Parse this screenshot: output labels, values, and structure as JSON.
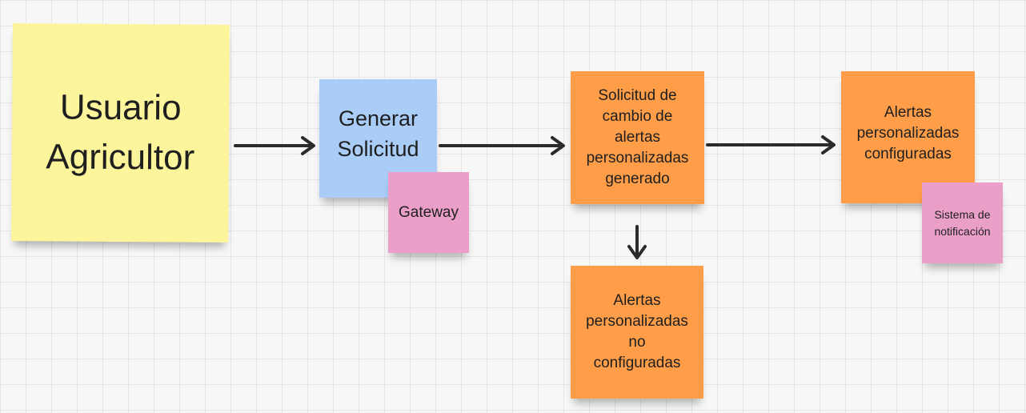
{
  "colors": {
    "yellow": "#fdf59b",
    "blue": "#a9cdf7",
    "orange": "#ff9d48",
    "pink": "#ea9fc8",
    "arrow": "#2b2b2b"
  },
  "notes": {
    "usuario": {
      "text": "Usuario\nAgricultor"
    },
    "generar": {
      "text": "Generar\nSolicitud"
    },
    "gateway": {
      "text": "Gateway"
    },
    "solicitud_cambio": {
      "text": "Solicitud de\ncambio de\nalertas\npersonalizadas\ngenerado"
    },
    "alertas_configuradas": {
      "text": "Alertas\npersonalizadas\nconfiguradas"
    },
    "sistema_notificacion": {
      "text": "Sistema de\nnotificación"
    },
    "alertas_no_configuradas": {
      "text": "Alertas\npersonalizadas\nno\nconfiguradas"
    }
  }
}
